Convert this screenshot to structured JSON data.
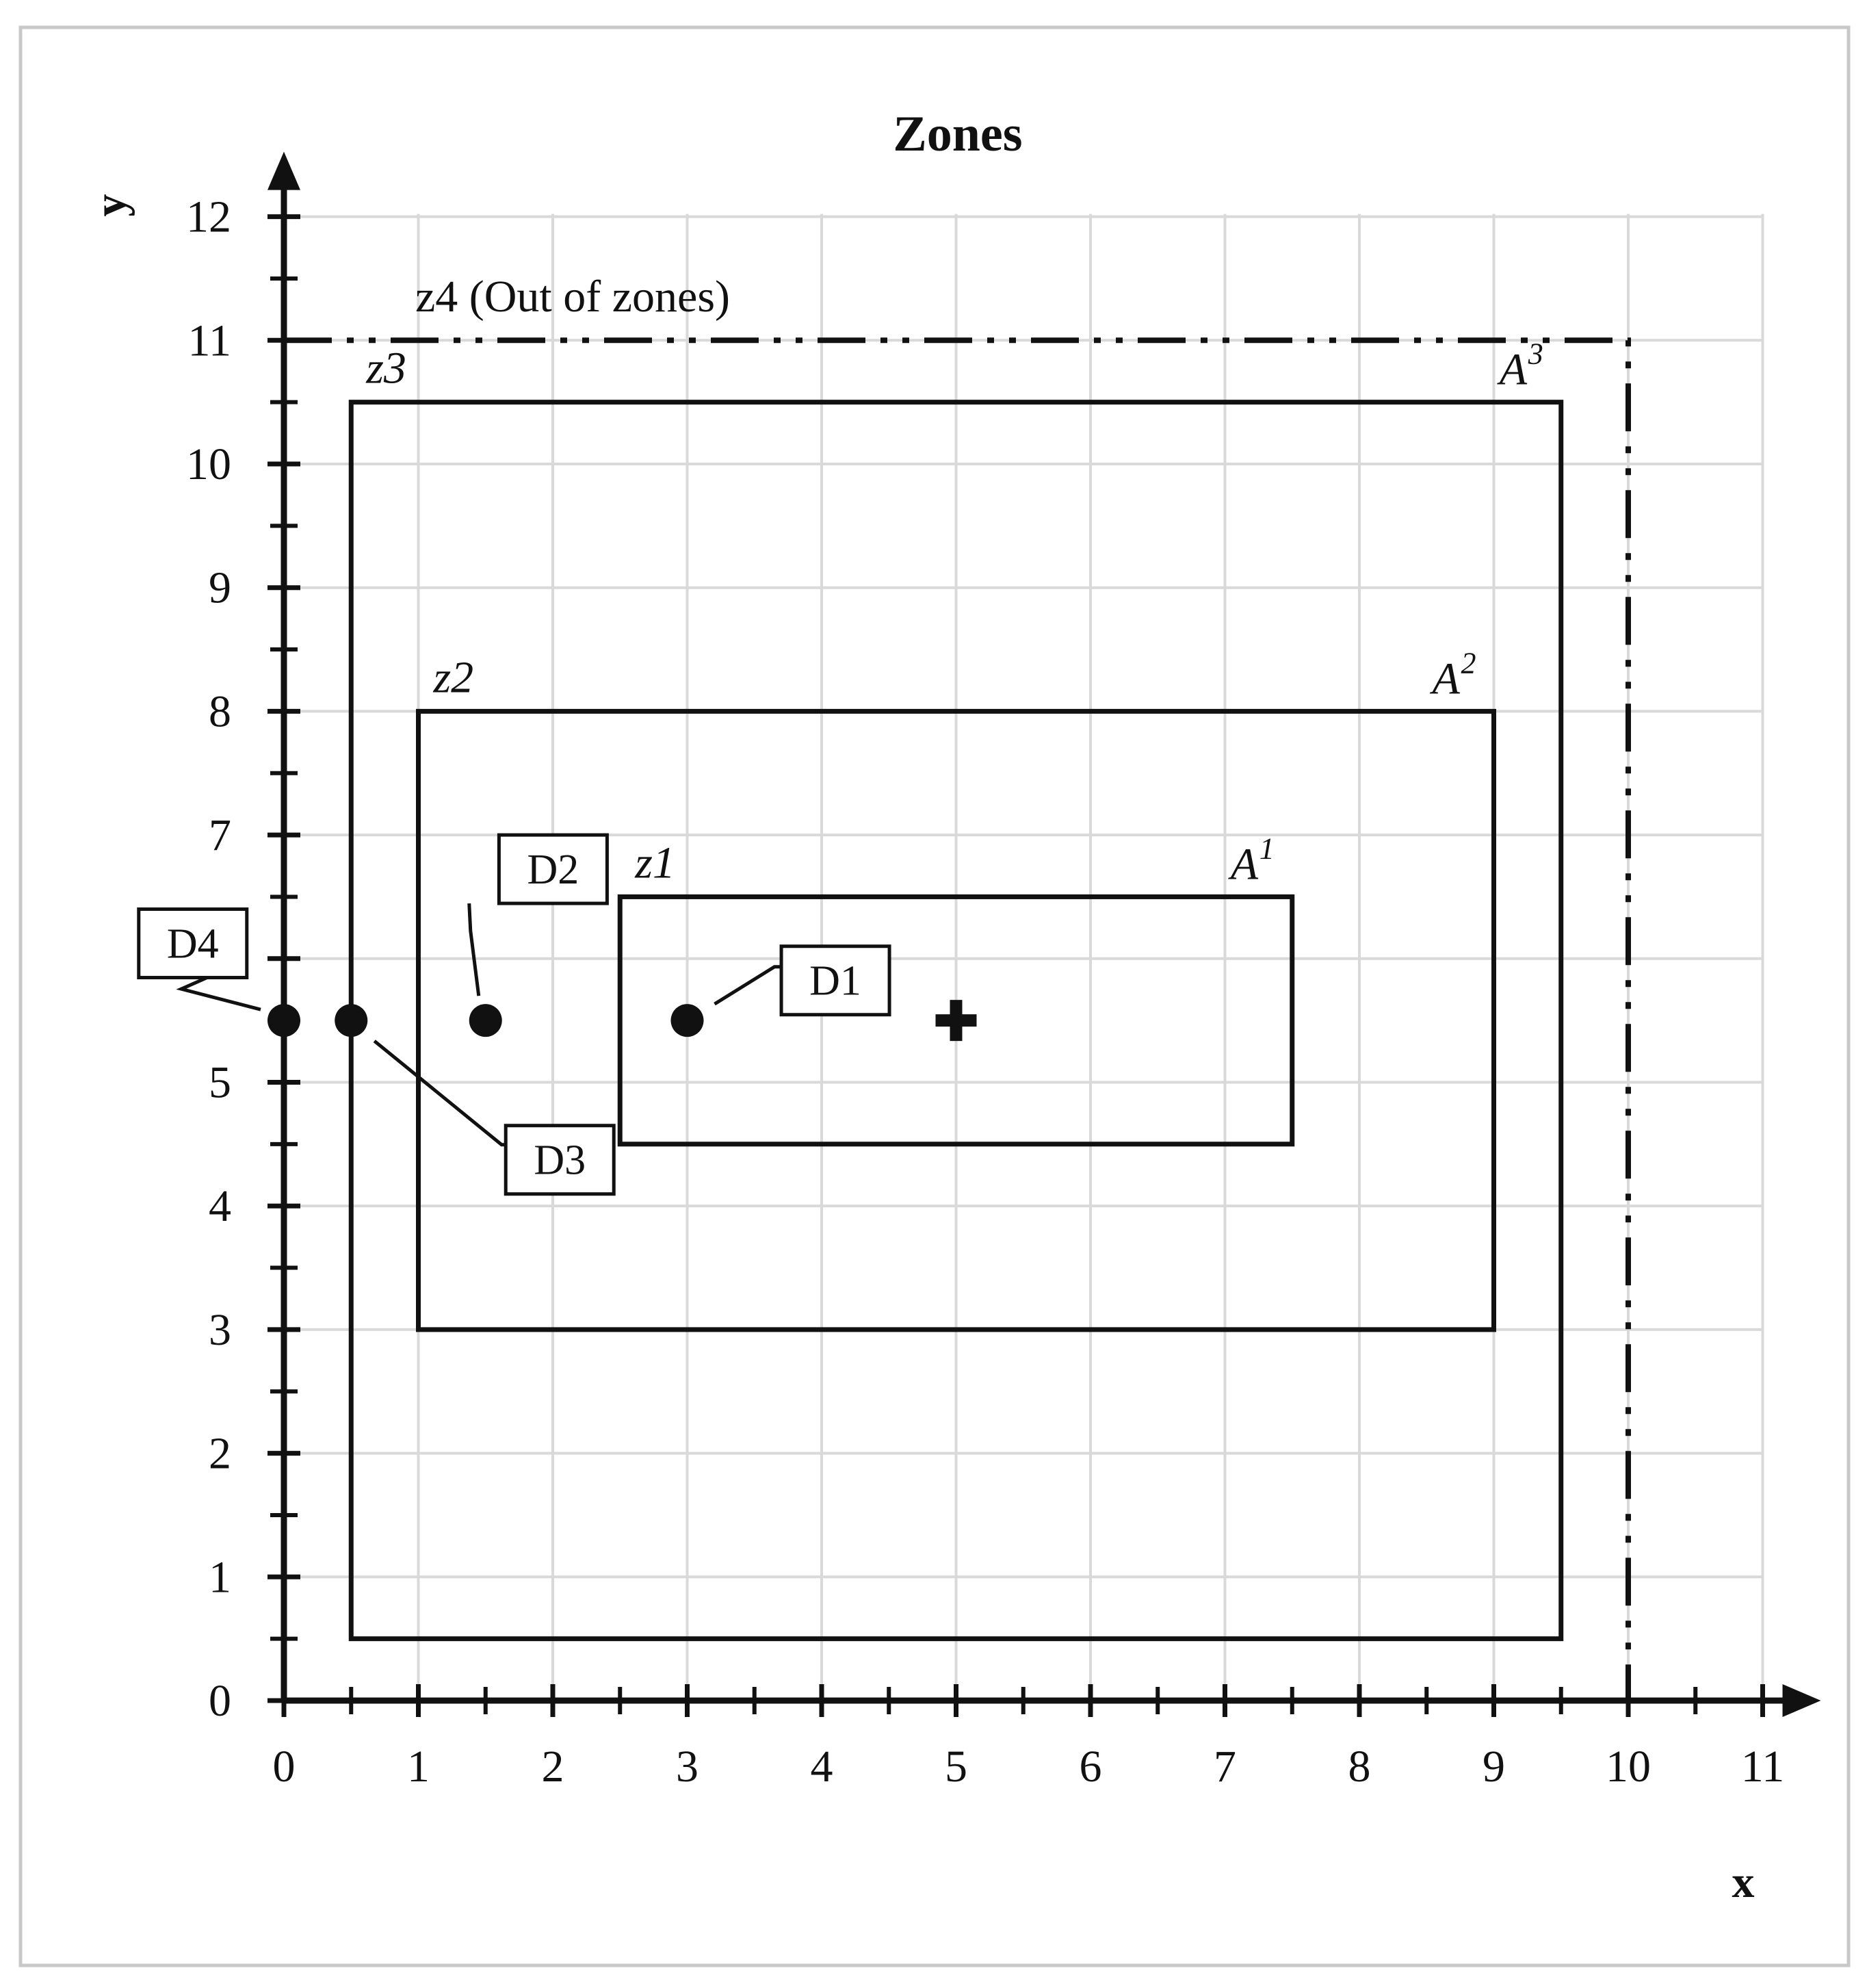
{
  "chart_data": {
    "type": "scatter",
    "title": "Zones",
    "xlabel": "x",
    "ylabel": "y",
    "xlim": [
      0,
      11
    ],
    "ylim": [
      0,
      12
    ],
    "x_ticks": [
      "0",
      "1",
      "2",
      "3",
      "4",
      "5",
      "6",
      "7",
      "8",
      "9",
      "10",
      "11"
    ],
    "y_ticks": [
      "0",
      "1",
      "2",
      "3",
      "4",
      "5",
      "6",
      "7",
      "8",
      "9",
      "10",
      "11",
      "12"
    ],
    "grid": true,
    "center": {
      "x": 5,
      "y": 5.5,
      "marker": "plus"
    },
    "points": [
      {
        "label": "D1",
        "x": 3,
        "y": 5.5,
        "box": {
          "x": 3.7,
          "y": 6.1
        }
      },
      {
        "label": "D2",
        "x": 1.5,
        "y": 5.5,
        "box": {
          "x": 1.6,
          "y": 7.0
        }
      },
      {
        "label": "D3",
        "x": 0.5,
        "y": 5.5,
        "box": {
          "x": 1.65,
          "y": 4.65
        }
      },
      {
        "label": "D4",
        "x": 0,
        "y": 5.5,
        "box": {
          "x": -1.08,
          "y": 6.4
        }
      }
    ],
    "zones": [
      {
        "name": "z1",
        "corner": "A",
        "sup": "1",
        "x0": 2.5,
        "y0": 4.5,
        "x1": 7.5,
        "y1": 6.5
      },
      {
        "name": "z2",
        "corner": "A",
        "sup": "2",
        "x0": 1,
        "y0": 3,
        "x1": 9,
        "y1": 8
      },
      {
        "name": "z3",
        "corner": "A",
        "sup": "3",
        "x0": 0.5,
        "y0": 0.5,
        "x1": 9.5,
        "y1": 10.5
      }
    ],
    "outer_boundary": {
      "label": "z4 (Out of zones)",
      "x": 10,
      "y": 11,
      "style": "dash-dot"
    }
  }
}
